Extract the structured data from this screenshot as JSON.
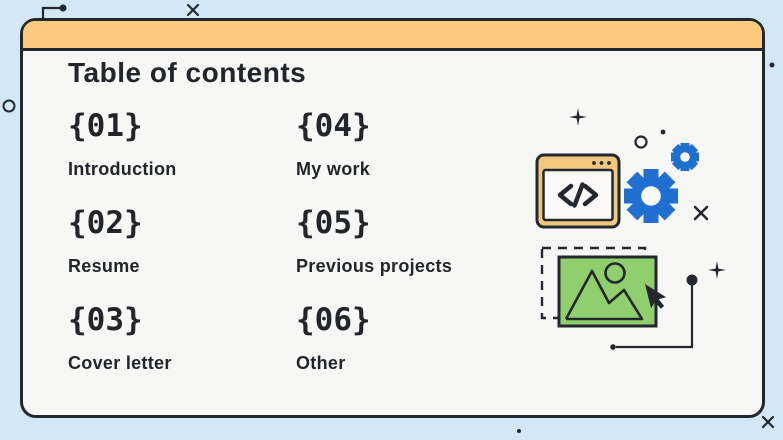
{
  "slide": {
    "title": "Table of contents",
    "toc": {
      "items": [
        {
          "number": "{01}",
          "label": "Introduction"
        },
        {
          "number": "{02}",
          "label": "Resume"
        },
        {
          "number": "{03}",
          "label": "Cover letter"
        },
        {
          "number": "{04}",
          "label": "My work"
        },
        {
          "number": "{05}",
          "label": "Previous projects"
        },
        {
          "number": "{06}",
          "label": "Other"
        }
      ]
    }
  },
  "decorations": {
    "icons": [
      "code-window-icon",
      "code-tag-icon",
      "gear-large-icon",
      "gear-small-icon",
      "image-placeholder-icon",
      "dashed-selection-icon",
      "cursor-icon",
      "sparkle-icon",
      "x-mark-icon",
      "circle-outline-icon",
      "dot-icon",
      "connector-line-icon"
    ]
  },
  "colors": {
    "background": "#d4e7f6",
    "card": "#f7f7f6",
    "header_orange": "#fcca7e",
    "outline_dark": "#23272e",
    "gear_blue": "#1e6fd0",
    "image_green": "#90cf6e",
    "window_tan": "#f2c87e",
    "text": "#222529"
  }
}
